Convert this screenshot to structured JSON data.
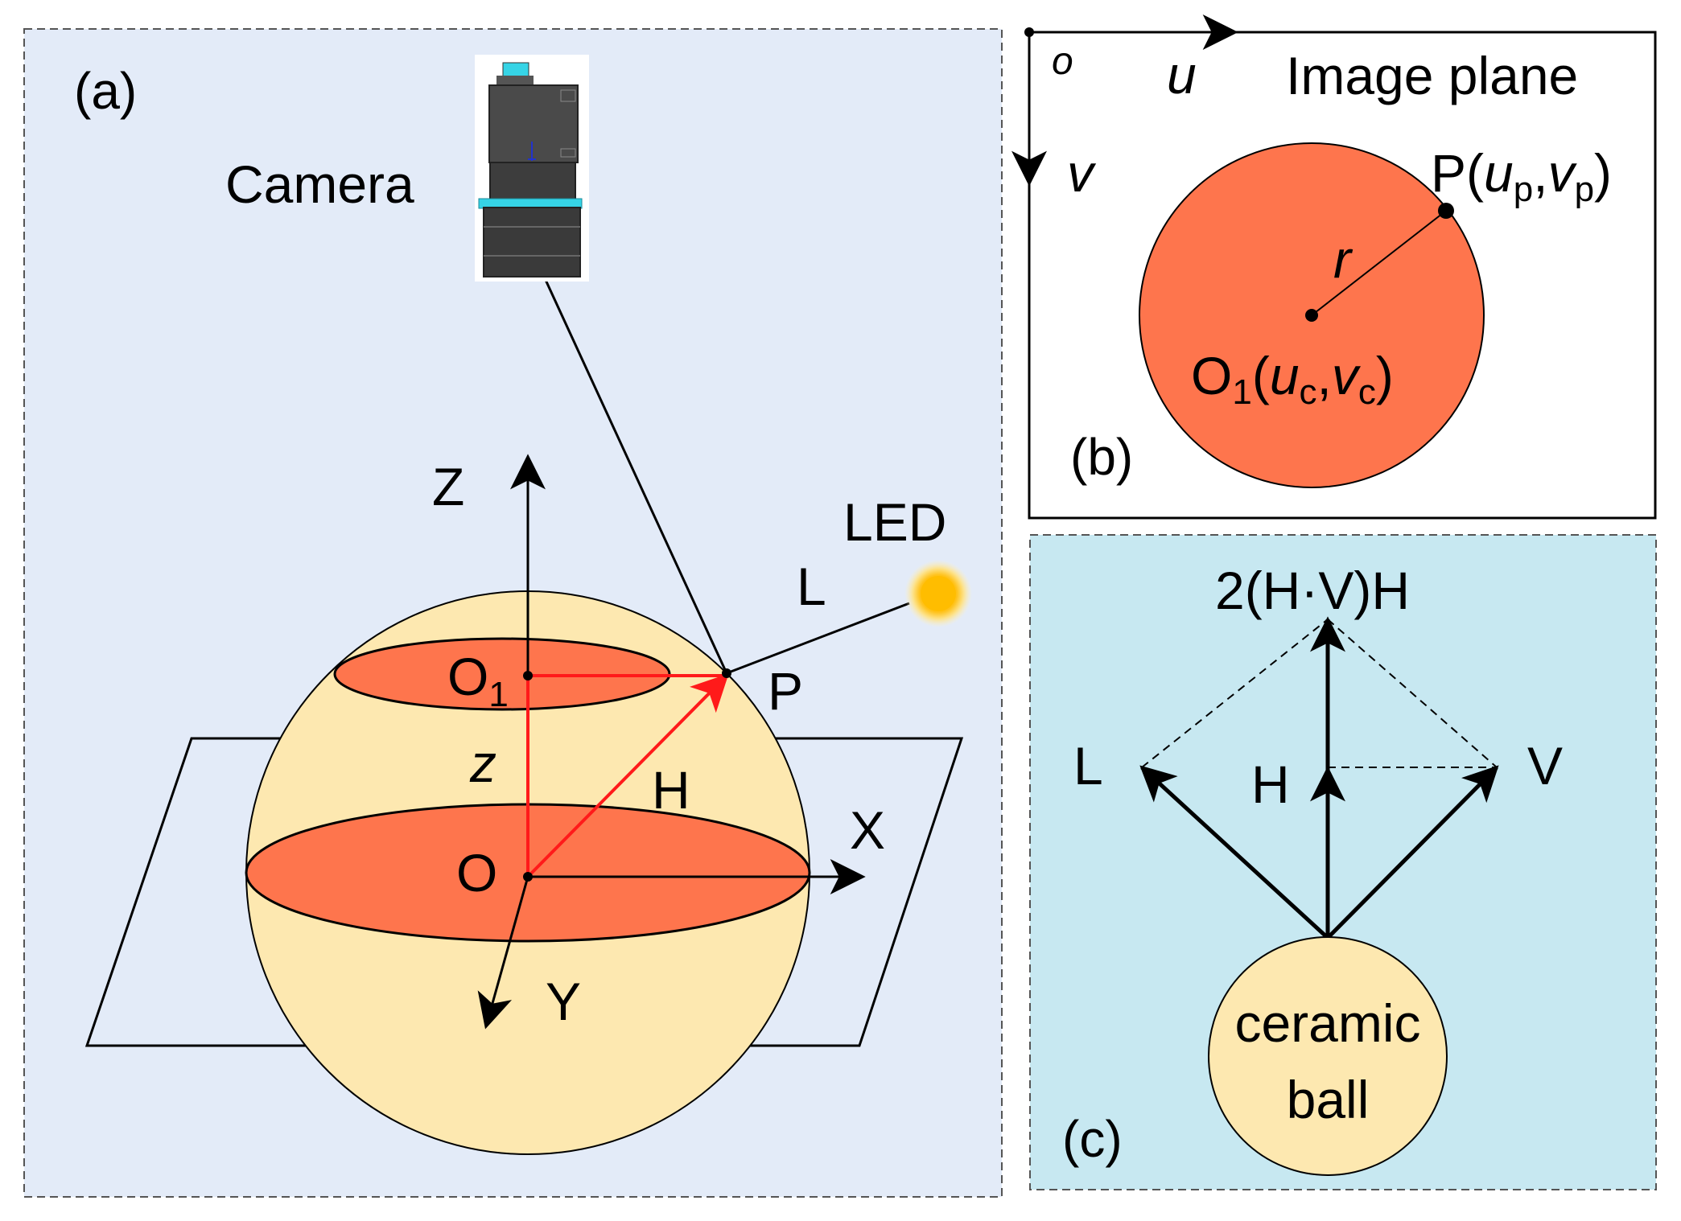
{
  "panel_a": {
    "tag": "(a)",
    "camera_label": "Camera",
    "led_label": "LED",
    "axis_z": "Z",
    "axis_x": "X",
    "axis_y": "Y",
    "origin": "O",
    "o1": "O",
    "o1_sub": "1",
    "point_p": "P",
    "vector_l": "L",
    "vector_h": "H",
    "height_z": "z"
  },
  "panel_b": {
    "tag": "(b)",
    "title": "Image plane",
    "origin": "o",
    "axis_u": "u",
    "axis_v": "v",
    "radius": "r",
    "point_p": "P",
    "p_u": "u",
    "p_u_sub": "p",
    "p_v": "v",
    "p_v_sub": "p",
    "center": "O",
    "center_sub": "1",
    "c_u": "u",
    "c_u_sub": "c",
    "c_v": "v",
    "c_v_sub": "c",
    "open_paren": "(",
    "comma": ",",
    "close_paren": ")"
  },
  "panel_c": {
    "tag": "(c)",
    "reflection": "2(H·V)H",
    "vector_l": "L",
    "vector_h": "H",
    "vector_v": "V",
    "ball_line1": "ceramic",
    "ball_line2": "ball"
  },
  "colors": {
    "panel_a_bg": "#e3ebf8",
    "panel_c_bg": "#c7e8f1",
    "sphere": "#fde8b0",
    "section": "#fe754d",
    "vector_red": "#ff1a1a",
    "led_glow": "#fbc93a",
    "accent_cyan": "#34d6e8"
  }
}
